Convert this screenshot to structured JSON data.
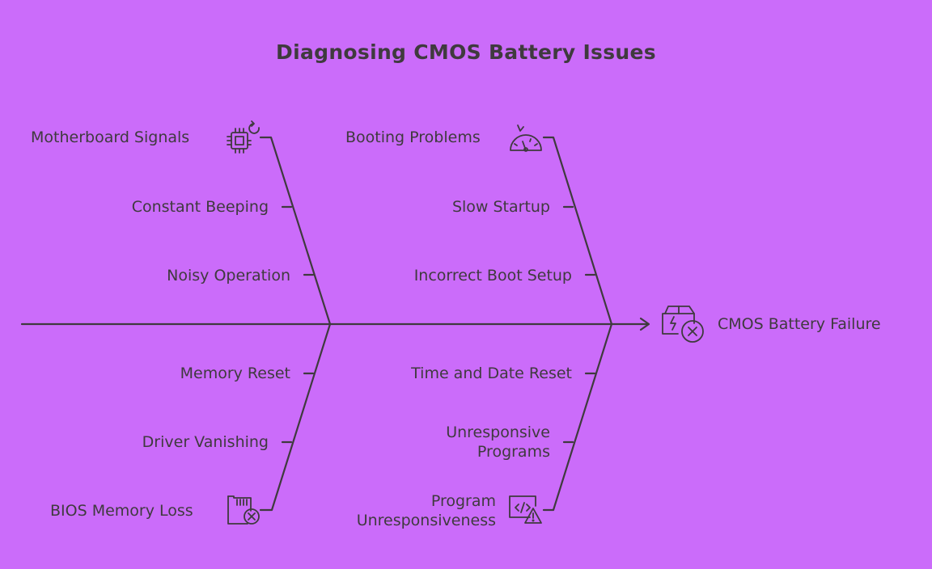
{
  "title": "Diagnosing CMOS Battery Issues",
  "effect": "CMOS Battery Failure",
  "categories": {
    "motherboard": {
      "label": "Motherboard Signals",
      "causes": [
        "Constant Beeping",
        "Noisy Operation"
      ]
    },
    "booting": {
      "label": "Booting Problems",
      "causes": [
        "Slow Startup",
        "Incorrect Boot Setup"
      ]
    },
    "bios": {
      "label": "BIOS Memory Loss",
      "causes": [
        "Memory Reset",
        "Driver Vanishing"
      ]
    },
    "program": {
      "label_line1": "Program",
      "label_line2": "Unresponsiveness",
      "causes": [
        "Time and Date Reset"
      ],
      "cause_multiline": {
        "line1": "Unresponsive",
        "line2": "Programs"
      }
    }
  },
  "icons": {
    "motherboard": "chip-refresh-icon",
    "booting": "speedometer-icon",
    "bios": "memory-card-error-icon",
    "program": "code-warning-icon",
    "effect": "battery-box-error-icon"
  },
  "colors": {
    "background": "#cb6cfa",
    "ink": "#3f3a3e"
  }
}
